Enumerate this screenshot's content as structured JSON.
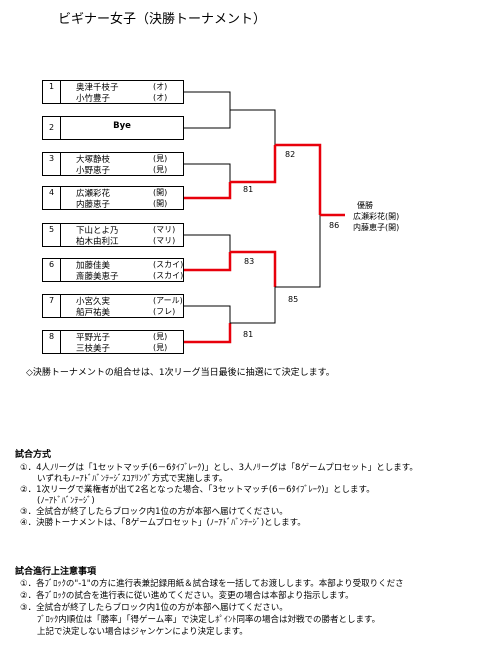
{
  "title": "ビギナー女子（決勝トーナメント）",
  "teams": [
    {
      "no": "1",
      "players": [
        {
          "name": "奥津千枝子",
          "aff": "(オ)"
        },
        {
          "name": "小竹豊子",
          "aff": "(オ)"
        }
      ]
    },
    {
      "no": "2",
      "bye": "Bye"
    },
    {
      "no": "3",
      "players": [
        {
          "name": "大塚静枝",
          "aff": "(見)"
        },
        {
          "name": "小野恵子",
          "aff": "(見)"
        }
      ]
    },
    {
      "no": "4",
      "players": [
        {
          "name": "広瀬彩花",
          "aff": "(開)"
        },
        {
          "name": "内藤恵子",
          "aff": "(開)"
        }
      ]
    },
    {
      "no": "5",
      "players": [
        {
          "name": "下山とよ乃",
          "aff": "(マリ)"
        },
        {
          "name": "柏木由利江",
          "aff": "(マリ)"
        }
      ]
    },
    {
      "no": "6",
      "players": [
        {
          "name": "加藤佳美",
          "aff": "(スカイ)"
        },
        {
          "name": "斎藤美恵子",
          "aff": "(スカイ)"
        }
      ]
    },
    {
      "no": "7",
      "players": [
        {
          "name": "小宮久実",
          "aff": "(アール)"
        },
        {
          "name": "船戸祐美",
          "aff": "(フレ)"
        }
      ]
    },
    {
      "no": "8",
      "players": [
        {
          "name": "平野光子",
          "aff": "(見)"
        },
        {
          "name": "三枝美子",
          "aff": "(見)"
        }
      ]
    }
  ],
  "scores": {
    "s82": "82",
    "s81a": "81",
    "s83": "83",
    "s81b": "81",
    "s85a": "85",
    "s86": "86"
  },
  "winner": {
    "label": "優勝",
    "line1": "広瀬彩花(開)",
    "line2": "内藤恵子(開)"
  },
  "note": "◇決勝トーナメントの組合せは、1次リーグ当日最後に抽選にて決定します。",
  "method": {
    "heading": "試合方式",
    "items": [
      "①．4人ﾉﾘーグは「1セットマッチ(6－6ﾀｲﾌﾞﾚｰｸ)」とし、3人ﾉﾘーグは「8ゲームプロセット」とします。",
      "　　いずれもﾉｰｱﾄﾞﾊﾞﾝﾃｰｼﾞｽｺｱﾘﾝｸﾞ方式で実施します。",
      "②．1次リーグで業権者が出て2名となった場合、「3セットマッチ(6－6ﾀｲﾌﾞﾚｰｸ)」とします。",
      "　　(ﾉｰｱﾄﾞﾊﾞﾝﾃｰｼﾞ)",
      "③．全試合が終了したらブロック内1位の方が本部へ届けてください。",
      "④．決勝トーナメントは、「8ゲームプロセット」(ﾉｰｱﾄﾞﾊﾞﾝﾃｰｼﾞ)とします。"
    ]
  },
  "notes2": {
    "heading": "試合進行上注意事項",
    "items": [
      "①．各ﾌﾞﾛｯｸの\"-1\"の方に進行表兼記録用紙＆試合球を一括してお渡しします。本部より受取りくださ",
      "②．各ﾌﾞﾛｯｸの試合を進行表に従い進めてください。変更の場合は本部より指示します。",
      "③．全試合が終了したらブロック内1位の方が本部へ届けてください。",
      "　　ﾌﾞﾛｯｸ内順位は「勝率」「得ゲーム率」で決定しﾎﾟｲﾝﾄ同率の場合は対戦での勝者とします。",
      "　　上記で決定しない場合はジャンケンにより決定します。"
    ]
  },
  "colors": {
    "win": "#e8000b",
    "line": "#000000"
  }
}
